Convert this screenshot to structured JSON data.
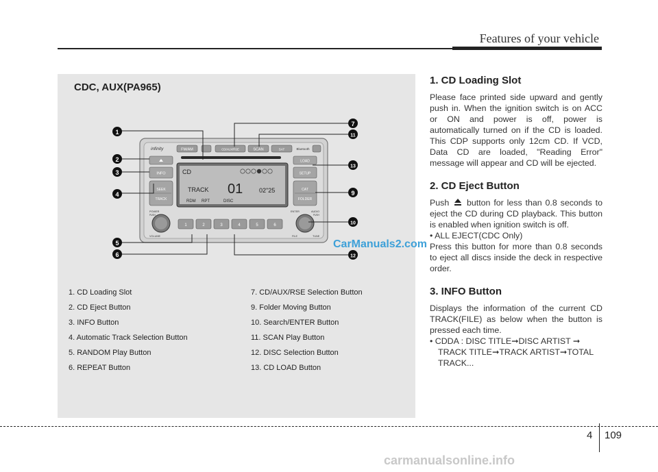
{
  "header": {
    "title": "Features of your vehicle"
  },
  "figure": {
    "title": "CDC, AUX(PA965)",
    "callouts": [
      "1",
      "2",
      "3",
      "4",
      "5",
      "6",
      "7",
      "9",
      "10",
      "11",
      "12",
      "13"
    ],
    "device": {
      "brand": "infinity",
      "top_buttons": [
        "FM/AM",
        "CD/AUX/RSE",
        "SCAN",
        "SAT",
        "Bluetooth"
      ],
      "left_buttons": [
        "INFO",
        "SEEK",
        "TRACK"
      ],
      "right_buttons": [
        "LOAD",
        "SETUP",
        "CAT",
        "FOLDER"
      ],
      "knob_left_labels": [
        "POWER",
        "PUSH",
        "VOLUME"
      ],
      "knob_right_labels": [
        "ENTER",
        "AUDIO",
        "PUSH",
        "FILE",
        "TUNE"
      ],
      "preset_buttons": [
        "1",
        "2",
        "3",
        "4",
        "5",
        "6"
      ],
      "display": {
        "mode": "CD",
        "discs": [
          "1",
          "2",
          "3",
          "4",
          "5",
          "6"
        ],
        "track_label": "TRACK",
        "track_number": "01",
        "time": "02\"25",
        "bottom": [
          "RDM",
          "RPT",
          "DISC"
        ]
      }
    },
    "legend_left": [
      "1. CD Loading Slot",
      "2. CD Eject Button",
      "3. INFO Button",
      "4. Automatic Track Selection Button",
      "5. RANDOM Play Button",
      "6. REPEAT Button"
    ],
    "legend_right": [
      "7. CD/AUX/RSE Selection Button",
      "9. Folder Moving Button",
      "10. Search/ENTER Button",
      "11. SCAN Play Button",
      "12. DISC Selection Button",
      "13. CD LOAD Button"
    ]
  },
  "sections": [
    {
      "title": "1. CD Loading Slot",
      "body": "Please face printed side upward and gently push in. When the ignition switch is on ACC or ON and power is off, power is automatically turned on if the CD is loaded. This CDP supports only 12cm CD. If VCD, Data CD are loaded, \"Reading Error\" message will appear and CD will be ejected."
    },
    {
      "title": "2. CD Eject Button",
      "body_before": "Push",
      "body_after": "button for less than 0.8 seconds to eject the CD during CD playback. This button is enabled when ignition switch is off.",
      "bullet": "• ALL EJECT(CDC Only)",
      "body2": "Press this button for more than 0.8 seconds to eject all discs inside the deck in respective order."
    },
    {
      "title": "3. INFO Button",
      "body": "Displays the information of the current CD TRACK(FILE) as below when the button is pressed each time.",
      "bullet": "• CDDA : DISC TITLE➞DISC ARTIST ➞ TRACK TITLE➞TRACK ARTIST➞TOTAL TRACK..."
    }
  ],
  "watermark": "CarManuals2.com",
  "footer": {
    "chapter": "4",
    "page": "109",
    "site": "carmanualsonline.info"
  }
}
